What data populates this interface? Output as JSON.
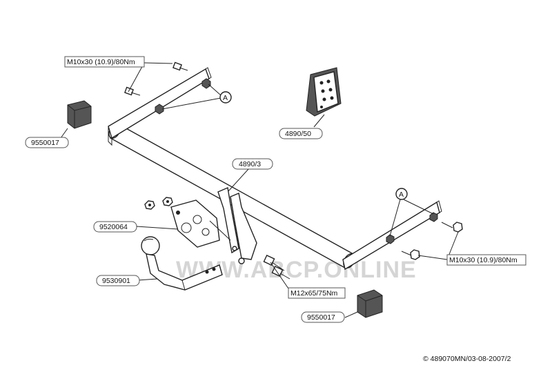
{
  "labels": {
    "bolt_top": "M10x30 (10.9)/80Nm",
    "bolt_right": "M10x30 (10.9)/80Nm",
    "bolt_center": "M12x65/75Nm",
    "callout_a1": "A",
    "callout_a2": "A",
    "part_4890_3": "4890/3",
    "part_4890_50": "4890/50",
    "part_9550017_left": "9550017",
    "part_9550017_right": "9550017",
    "part_9520064": "9520064",
    "part_9530901": "9530901"
  },
  "watermark": "WWW.ABCP.ONLINE",
  "copyright": "© 489070MN/03-08-2007/2",
  "colors": {
    "line": "#222222",
    "watermark": "#c8c8c8",
    "dark_part": "#555555",
    "background": "#ffffff"
  }
}
